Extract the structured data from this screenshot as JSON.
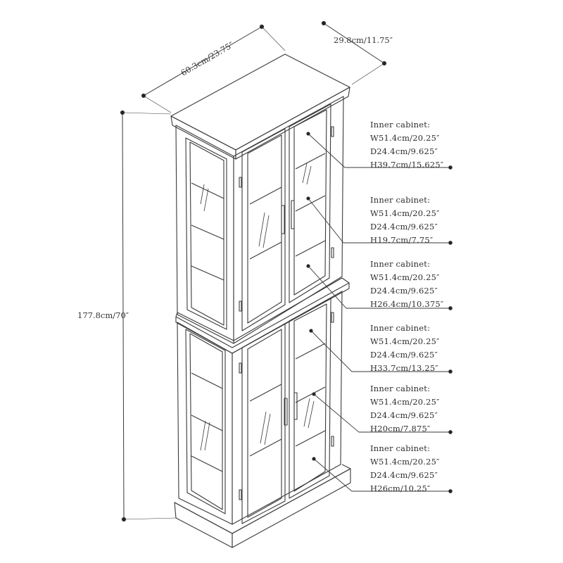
{
  "dimensions": {
    "width": "60.3cm/23.75″",
    "depth": "29.8cm/11.75″",
    "height": "177.8cm/70″"
  },
  "specs": [
    {
      "title": "Inner cabinet:",
      "w": "W51.4cm/20.25″",
      "d": "D24.4cm/9.625″",
      "h": "H39.7cm/15.625″"
    },
    {
      "title": "Inner cabinet:",
      "w": "W51.4cm/20.25″",
      "d": "D24.4cm/9.625″",
      "h": "H19.7cm/7.75″"
    },
    {
      "title": "Inner cabinet:",
      "w": "W51.4cm/20.25″",
      "d": "D24.4cm/9.625″",
      "h": "H26.4cm/10.375″"
    },
    {
      "title": "Inner cabinet:",
      "w": "W51.4cm/20.25″",
      "d": "D24.4cm/9.625″",
      "h": "H33.7cm/13.25″"
    },
    {
      "title": "Inner cabinet:",
      "w": "W51.4cm/20.25″",
      "d": "D24.4cm/9.625″",
      "h": "H20cm/7.875″"
    },
    {
      "title": "Inner cabinet:",
      "w": "W51.4cm/20.25″",
      "d": "D24.4cm/9.625″",
      "h": "H26cm/10.25″"
    }
  ],
  "colors": {
    "line": "#3a3a3a",
    "text": "#2e2e2e",
    "background": "#ffffff"
  }
}
